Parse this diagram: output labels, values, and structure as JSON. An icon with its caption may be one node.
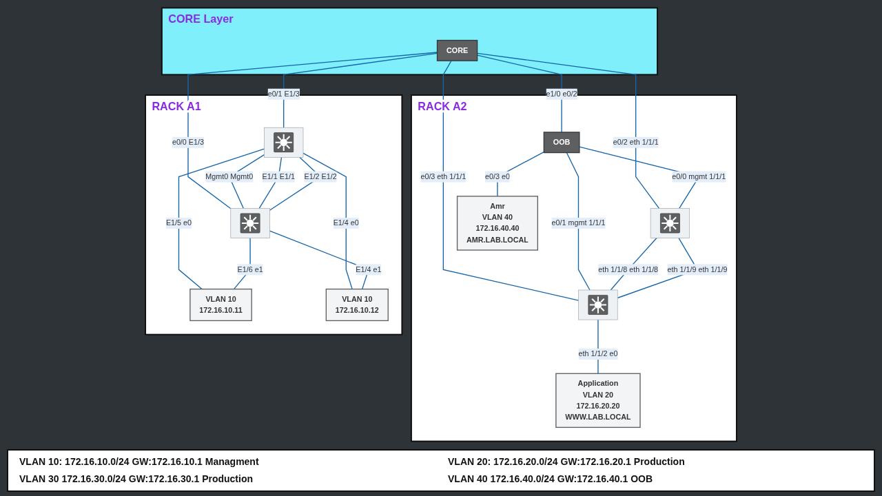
{
  "diagram": {
    "nodes": [
      {
        "text": [
          "CORE Layer"
        ]
      },
      {
        "text": [
          "CORE"
        ],
        "in": 0
      },
      {
        "text": [
          "RACK A1"
        ]
      },
      {
        "text": [],
        "shape": "picture",
        "in": 2
      },
      {
        "text": [],
        "shape": "picture",
        "in": 2
      },
      {
        "text": [
          "VLAN 10",
          "172.16.10.11"
        ],
        "in": 2
      },
      {
        "text": [
          "VLAN 10",
          "172.16.10.12"
        ],
        "in": 2
      },
      {
        "text": [
          "RACK A2"
        ]
      },
      {
        "text": [
          "OOB"
        ],
        "in": 7
      },
      {
        "text": [],
        "shape": "picture",
        "in": 7
      },
      {
        "text": [],
        "shape": "picture",
        "in": 7
      },
      {
        "text": [
          "Amr",
          "VLAN 40",
          "172.16.40.40",
          "AMR.LAB.LOCAL"
        ],
        "in": 7
      },
      {
        "text": [
          "Application",
          "VLAN 20",
          "172.16.20.20",
          "WWW.LAB.LOCAL"
        ],
        "in": 7
      }
    ],
    "edges": [
      {
        "from": 1,
        "to": 3,
        "arrow": "none",
        "label": "e0/1 E1/3"
      },
      {
        "from": 1,
        "to": 4,
        "arrow": "none",
        "label": "e0/0 E1/3"
      },
      {
        "from": 1,
        "to": 9,
        "arrow": "none",
        "label": "e0/2 eth 1/1/1"
      },
      {
        "from": 1,
        "to": 8,
        "arrow": "none",
        "label": "e1/0 e0/2"
      },
      {
        "from": 1,
        "to": 10,
        "arrow": "none",
        "label": "e0/3 eth 1/1/1"
      },
      {
        "from": 3,
        "to": 4,
        "arrow": "none",
        "label": "Mgmt0 Mgmt0"
      },
      {
        "from": 3,
        "to": 4,
        "arrow": "none",
        "label": "E1/1 E1/1"
      },
      {
        "from": 3,
        "to": 4,
        "arrow": "none",
        "label": "E1/2 E1/2"
      },
      {
        "from": 3,
        "to": 6,
        "arrow": "none",
        "label": "E1/4 e0"
      },
      {
        "from": 3,
        "to": 5,
        "arrow": "none",
        "label": "E1/5 e0"
      },
      {
        "from": 4,
        "to": 5,
        "arrow": "none",
        "label": "E1/6 e1"
      },
      {
        "from": 4,
        "to": 6,
        "arrow": "none",
        "label": "E1/4 e1"
      },
      {
        "from": 8,
        "to": 9,
        "arrow": "none",
        "label": "e0/0 mgmt 1/1/1"
      },
      {
        "from": 8,
        "to": 10,
        "arrow": "none",
        "label": "e0/1 mgmt 1/1/1"
      },
      {
        "from": 8,
        "to": 11,
        "arrow": "none",
        "label": "e0/3 e0"
      },
      {
        "from": 9,
        "to": 10,
        "arrow": "none",
        "label": "eth 1/1/8 eth 1/1/8"
      },
      {
        "from": 9,
        "to": 10,
        "arrow": "none",
        "label": "eth 1/1/9 eth 1/1/9"
      },
      {
        "from": 10,
        "to": 12,
        "arrow": "none",
        "label": "eth 1/1/2 e0"
      }
    ],
    "labels": [
      "VLAN 10: 172.16.10.0/24 GW:172.16.10.1 Managment",
      "VLAN 20: 172.16.20.0/24 GW:172.16.20.1 Production",
      "VLAN 30 172.16.30.0/24 GW:172.16.30.1 Production",
      "VLAN 40 172.16.40.0/24 GW:172.16.40.1 OOB"
    ]
  }
}
